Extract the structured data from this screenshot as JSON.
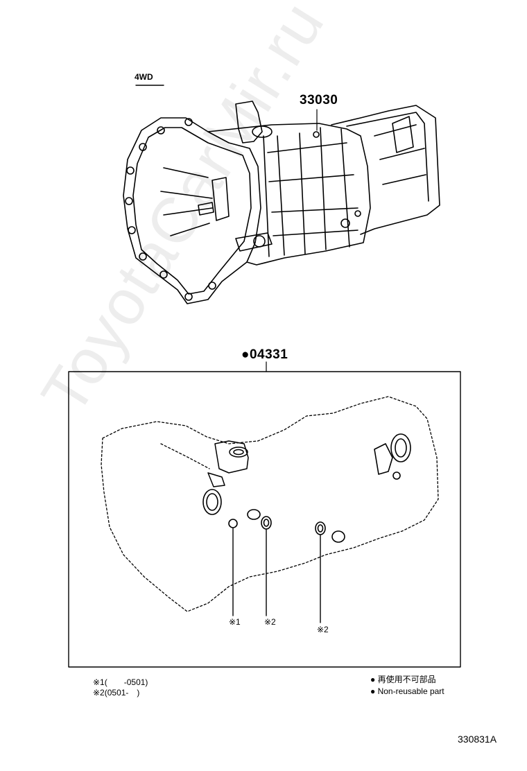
{
  "variant_label": "4WD",
  "assembly_part_number": "33030",
  "kit_part_number": "●04331",
  "callouts": {
    "c1": "※1",
    "c2a": "※2",
    "c2b": "※2"
  },
  "notes": {
    "n1": "※1(　　-0501)",
    "n2": "※2(0501-　)"
  },
  "legend": {
    "jp": "● 再使用不可部品",
    "en": "● Non-reusable part"
  },
  "illustration_code": "330831A",
  "watermark": "ToyotaCarMir.ru"
}
